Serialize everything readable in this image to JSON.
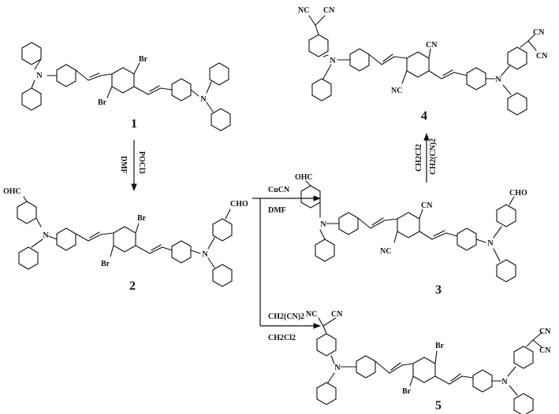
{
  "compounds": {
    "c1": {
      "number": "1",
      "substituent_top": "Br",
      "substituent_bottom": "Br",
      "n_left": "N",
      "n_right": "N"
    },
    "c2": {
      "number": "2",
      "end_left": "OHC",
      "end_right": "CHO",
      "substituent_top": "Br",
      "substituent_bottom": "Br",
      "n_left": "N",
      "n_right": "N"
    },
    "c3": {
      "number": "3",
      "end_left": "OHC",
      "end_right": "CHO",
      "substituent_top": "CN",
      "substituent_bottom": "NC",
      "n_left": "N",
      "n_right": "N"
    },
    "c4": {
      "number": "4",
      "end_left_a": "NC",
      "end_left_b": "CN",
      "end_right_a": "CN",
      "end_right_b": "CN",
      "substituent_top": "CN",
      "substituent_bottom": "NC",
      "n_left": "N",
      "n_right": "N"
    },
    "c5": {
      "number": "5",
      "end_left_a": "NC",
      "end_left_b": "CN",
      "end_right_a": "CN",
      "end_right_b": "CN",
      "substituent_top": "Br",
      "substituent_bottom": "Br",
      "n_left": "N",
      "n_right": "N"
    }
  },
  "reactions": {
    "step_1_to_2": {
      "reagent": "POCl3",
      "solvent": "DMF"
    },
    "step_2_to_3": {
      "reagent": "CuCN",
      "solvent": "DMF"
    },
    "step_2_to_5": {
      "reagent": "CH2(CN)2",
      "solvent": "CH2Cl2"
    },
    "step_3_to_4": {
      "reagent": "CH2(CN)2",
      "solvent": "CH2Cl2"
    }
  }
}
